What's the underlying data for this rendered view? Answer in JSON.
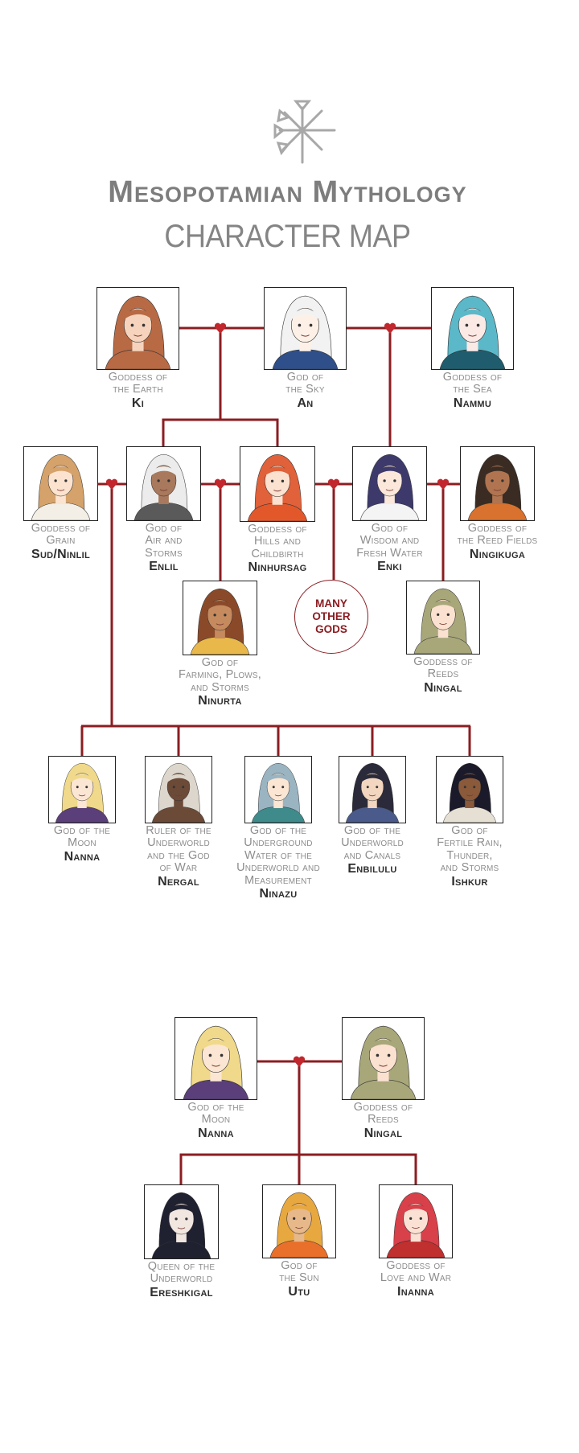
{
  "header": {
    "logo_icon": "cuneiform-star-icon",
    "title": "Mesopotamian Mythology",
    "subtitle": "CHARACTER MAP"
  },
  "colors": {
    "line": "#8b1d22",
    "heart": "#c1272d",
    "text_desc": "#8d8d8d",
    "text_name": "#2e2e2e"
  },
  "characters": {
    "ki": {
      "desc": "Goddess of\nthe Earth",
      "name": "Ki",
      "hair": "#b86a45",
      "skin": "#f6d3bc",
      "cloth": "#b86a45"
    },
    "an": {
      "desc": "God of\nthe Sky",
      "name": "An",
      "hair": "#f2f2f2",
      "skin": "#fdf1e7",
      "cloth": "#2f4f8a"
    },
    "nammu": {
      "desc": "Goddess of\nthe Sea",
      "name": "Nammu",
      "hair": "#5bb8c9",
      "skin": "#fbe9e6",
      "cloth": "#1f5d6e"
    },
    "sud": {
      "desc": "Goddess of\nGrain",
      "name": "Sud/Ninlil",
      "hair": "#d4a26a",
      "skin": "#fbe3cf",
      "cloth": "#f3efe6"
    },
    "enlil": {
      "desc": "God of\nAir and\nStorms",
      "name": "Enlil",
      "hair": "#ececec",
      "skin": "#a8795c",
      "cloth": "#5a5a5a"
    },
    "ninhursag": {
      "desc": "Goddess of\nHills and\nChildbirth",
      "name": "Ninhursag",
      "hair": "#e0613a",
      "skin": "#fbe1cf",
      "cloth": "#e2582a"
    },
    "enki": {
      "desc": "God of\nWisdom and\nFresh Water",
      "name": "Enki",
      "hair": "#3d3a6b",
      "skin": "#fbe8da",
      "cloth": "#f4f4f4"
    },
    "ningikuga": {
      "desc": "Goddess of\nthe Reed Fields",
      "name": "Ningikuga",
      "hair": "#3a2c22",
      "skin": "#b07550",
      "cloth": "#d8722e"
    },
    "ninurta": {
      "desc": "God of\nFarming, Plows,\nand Storms",
      "name": "Ninurta",
      "hair": "#8a4a2a",
      "skin": "#c58a5e",
      "cloth": "#e8b84a"
    },
    "ningal": {
      "desc": "Goddess of\nReeds",
      "name": "Ningal",
      "hair": "#a8a77a",
      "skin": "#fbe1cf",
      "cloth": "#a8a77a"
    },
    "nanna": {
      "desc": "God of the\nMoon",
      "name": "Nanna",
      "hair": "#f0d98a",
      "skin": "#fbe6d4",
      "cloth": "#5b3f7a"
    },
    "nergal": {
      "desc": "Ruler of the\nUnderworld\nand the God\nof War",
      "name": "Nergal",
      "hair": "#dcd6cc",
      "skin": "#6b4a38",
      "cloth": "#6b4a38"
    },
    "ninazu": {
      "desc": "God of the\nUnderground\nWater of the\nUnderworld and\nMeasurement",
      "name": "Ninazu",
      "hair": "#9ab4c2",
      "skin": "#fbe6d4",
      "cloth": "#3f8a8a"
    },
    "enbilulu": {
      "desc": "God of the\nUnderworld\nand Canals",
      "name": "Enbilulu",
      "hair": "#2a2a3a",
      "skin": "#f3d6c0",
      "cloth": "#4a5a8a"
    },
    "ishkur": {
      "desc": "God of\nFertile Rain,\nThunder,\nand Storms",
      "name": "Ishkur",
      "hair": "#1a1a2a",
      "skin": "#8a5a3a",
      "cloth": "#e6e0d4"
    },
    "nanna2": {
      "desc": "God of the\nMoon",
      "name": "Nanna",
      "hair": "#f0d98a",
      "skin": "#fbe6d4",
      "cloth": "#5b3f7a"
    },
    "ningal2": {
      "desc": "Goddess of\nReeds",
      "name": "Ningal",
      "hair": "#a8a77a",
      "skin": "#fbe1cf",
      "cloth": "#a8a77a"
    },
    "ereshkigal": {
      "desc": "Queen of the\nUnderworld",
      "name": "Ereshkigal",
      "hair": "#1f2030",
      "skin": "#f1e6e0",
      "cloth": "#1f2030"
    },
    "utu": {
      "desc": "God of\nthe Sun",
      "name": "Utu",
      "hair": "#e8a840",
      "skin": "#e7b88a",
      "cloth": "#e8702a"
    },
    "inanna": {
      "desc": "Goddess of\nLove and War",
      "name": "Inanna",
      "hair": "#d8404a",
      "skin": "#fbe1d4",
      "cloth": "#c0302e"
    }
  },
  "other_gods": {
    "label": "MANY\nOTHER\nGODS"
  }
}
